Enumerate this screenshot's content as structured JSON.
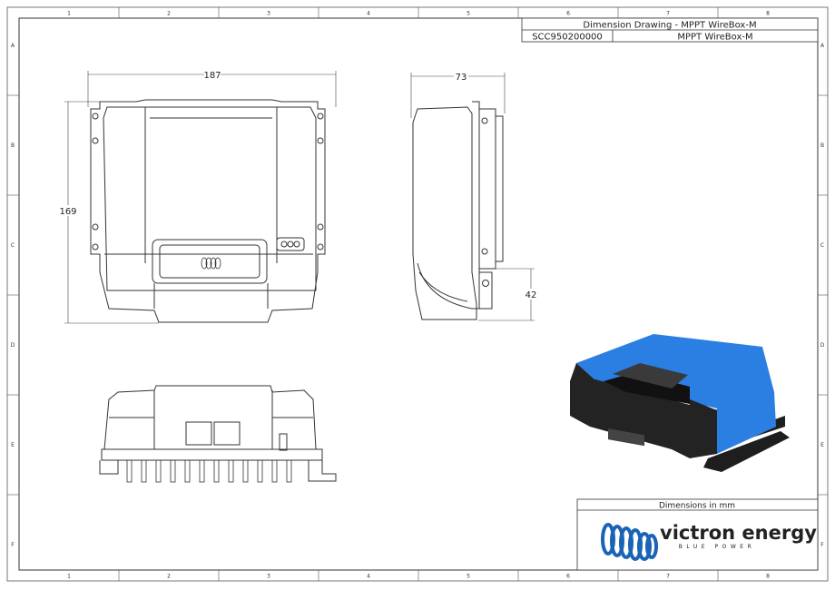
{
  "title_block": {
    "title": "Dimension Drawing - MPPT WireBox-M",
    "part_number": "SCC950200000",
    "product_name": "MPPT WireBox-M",
    "units_note": "Dimensions in mm"
  },
  "logo": {
    "brand": "victron energy",
    "tagline": "BLUE POWER",
    "color": "#1b63b6"
  },
  "grid": {
    "columns": [
      "1",
      "2",
      "3",
      "4",
      "5",
      "6",
      "7",
      "8"
    ],
    "rows": [
      "A",
      "B",
      "C",
      "D",
      "E",
      "F"
    ]
  },
  "dimensions": {
    "front_width": "187",
    "front_height": "169",
    "side_depth": "73",
    "side_lower_height": "42"
  },
  "render_colors": {
    "body_blue": "#2b7fe3",
    "base_black": "#1e1e1e"
  }
}
